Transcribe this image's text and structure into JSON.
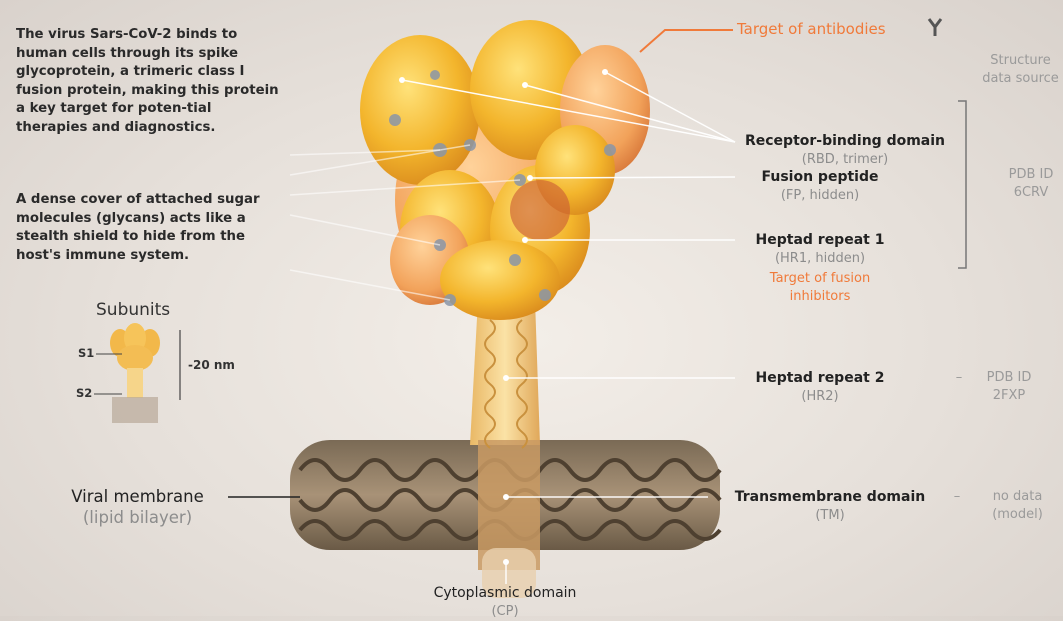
{
  "intro": {
    "p1": "The virus Sars-CoV-2 binds to human cells through its spike glycoprotein, a trimeric class I fusion protein, making this protein a key target for poten-tial therapies and diagnostics.",
    "p2": "A dense cover of attached sugar molecules (glycans) acts like a stealth shield to hide from the host's immune system."
  },
  "subunits": {
    "title": "Subunits",
    "s1": "S1",
    "s2": "S2",
    "size": "-20 nm"
  },
  "antibody_target": "Target of antibodies",
  "source_header": "Structure data source",
  "labels": {
    "rbd": {
      "main": "Receptor-binding domain",
      "sub": "(RBD, trimer)"
    },
    "fp": {
      "main": "Fusion peptide",
      "sub": "(FP, hidden)"
    },
    "hr1": {
      "main": "Heptad repeat 1",
      "sub": "(HR1, hidden)",
      "note": "Target of fusion inhibitors"
    },
    "hr2": {
      "main": "Heptad repeat 2",
      "sub": "(HR2)"
    },
    "tm": {
      "main": "Transmembrane domain",
      "sub": "(TM)"
    },
    "cp": {
      "main": "Cytoplasmic domain",
      "sub": "(CP)"
    },
    "membrane": {
      "main": "Viral membrane",
      "sub": "(lipid bilayer)"
    }
  },
  "sources": {
    "s1": "PDB ID 6CRV",
    "s2": "PDB ID 2FXP",
    "s3": "no data (model)",
    "dash": "–"
  },
  "colors": {
    "accent": "#f07a3a",
    "spike": "#f2b52a",
    "membrane": "#8a7660"
  }
}
